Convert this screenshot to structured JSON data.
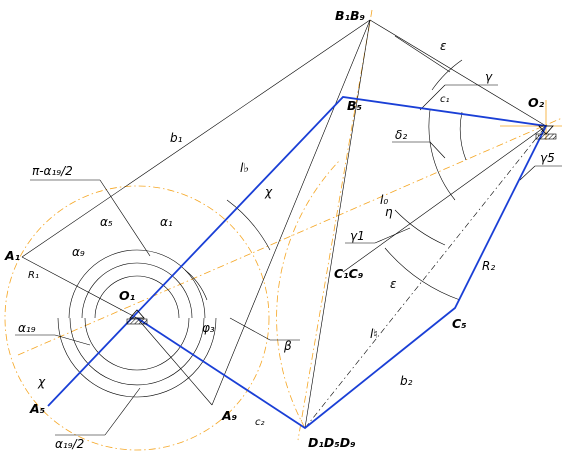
{
  "diagram": {
    "labels": {
      "B1B9": "B₁B₉",
      "B5": "B₅",
      "O2": "O₂",
      "O1": "O₁",
      "A1": "A₁",
      "A5": "A₅",
      "A9": "A₉",
      "C1C9": "C₁C₉",
      "C5": "C₅",
      "D1D5D9": "D₁D₅D₉",
      "eps_top": "ε",
      "c1": "c₁",
      "gamma": "γ",
      "delta2": "δ₂",
      "gamma5": "γ5",
      "b1": "b₁",
      "lb": "l♭",
      "chi_top": "χ",
      "l0": "l₀",
      "eta": "η",
      "gamma1": "γ1",
      "eps_mid": "ε",
      "R2": "R₂",
      "pi_alpha": "π-α₁₉/2",
      "alpha5": "α₅",
      "alpha1": "α₁",
      "alpha9": "α₉",
      "R1": "R₁",
      "alpha19": "α₁₉",
      "chi_bottom": "χ",
      "phi3": "φ₃",
      "beta": "β",
      "ld": "l♮",
      "b2": "b₂",
      "c2": "c₂",
      "alpha19_2": "α₁₉/2"
    }
  }
}
